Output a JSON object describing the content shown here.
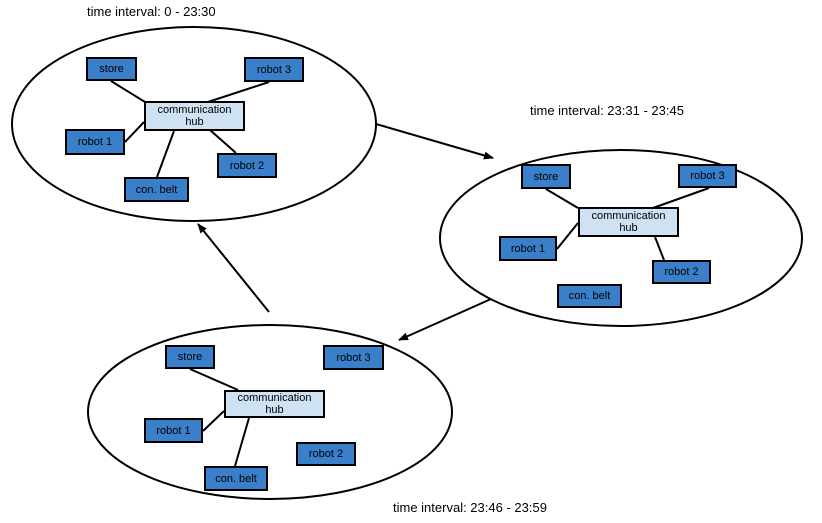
{
  "colors": {
    "node": "#3a7fc9",
    "hub": "#cfe2f3",
    "stroke": "#000000"
  },
  "states": [
    {
      "interval": "time interval: 0 - 23:30",
      "hub": [
        "communication",
        "hub"
      ],
      "nodes": {
        "store": "store",
        "robot1": "robot 1",
        "robot2": "robot 2",
        "robot3": "robot 3",
        "belt": "con. belt"
      },
      "connected": [
        "store",
        "robot1",
        "robot2",
        "robot3",
        "belt"
      ]
    },
    {
      "interval": "time interval: 23:31 - 23:45",
      "hub": [
        "communication",
        "hub"
      ],
      "nodes": {
        "store": "store",
        "robot1": "robot 1",
        "robot2": "robot 2",
        "robot3": "robot 3",
        "belt": "con. belt"
      },
      "connected": [
        "store",
        "robot1",
        "robot2",
        "robot3"
      ]
    },
    {
      "interval": "time interval: 23:46 - 23:59",
      "hub": [
        "communication",
        "hub"
      ],
      "nodes": {
        "store": "store",
        "robot1": "robot 1",
        "robot2": "robot 2",
        "robot3": "robot 3",
        "belt": "con. belt"
      },
      "connected": [
        "store",
        "robot1",
        "belt"
      ]
    }
  ],
  "transitions": [
    {
      "from": 0,
      "to": 1
    },
    {
      "from": 1,
      "to": 2
    },
    {
      "from": 2,
      "to": 0
    }
  ]
}
